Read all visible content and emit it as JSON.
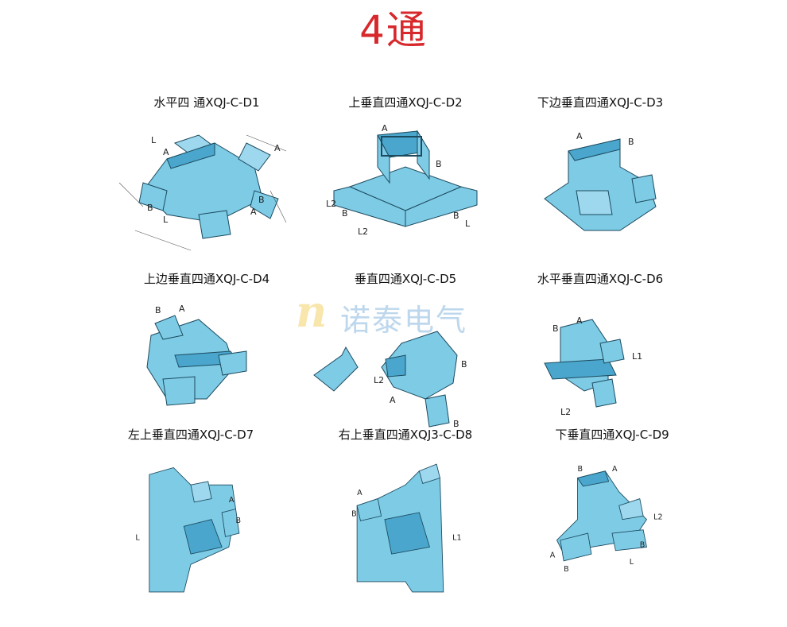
{
  "title": "4通",
  "items": [
    {
      "caption": "水平四 通XQJ-C-D1"
    },
    {
      "caption": "上垂直四通XQJ-C-D2"
    },
    {
      "caption": "下边垂直四通XQJ-C-D3"
    },
    {
      "caption": "上边垂直四通XQJ-C-D4"
    },
    {
      "caption": "垂直四通XQJ-C-D5"
    },
    {
      "caption": "水平垂直四通XQJ-C-D6"
    },
    {
      "caption": "左上垂直四通XQJ-C-D7"
    },
    {
      "caption": "右上垂直四通XQJ3-C-D8"
    },
    {
      "caption": "下垂直四通XQJ-C-D9"
    }
  ],
  "watermark": {
    "logo": "n",
    "text": "诺泰电气"
  },
  "dimension_labels": {
    "a": "A",
    "b": "B",
    "l": "L",
    "l1": "L1",
    "l2": "L2"
  },
  "colors": {
    "title": "#d7282b",
    "fill": "#7ecbe6",
    "dark": "#4aa6cc",
    "line": "#1c4a5e"
  }
}
